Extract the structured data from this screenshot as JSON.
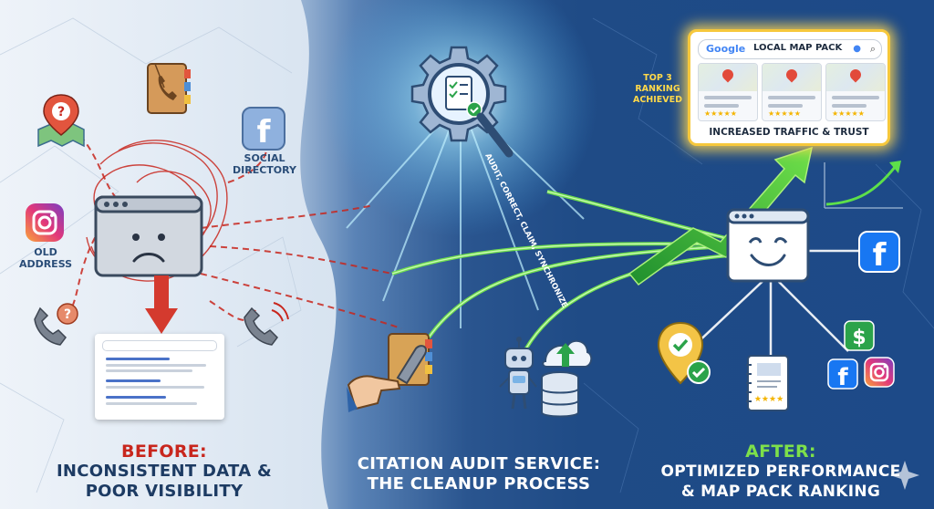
{
  "before": {
    "heading": "BEFORE:",
    "subheading": "INCONSISTENT DATA & POOR VISIBILITY",
    "labels": {
      "old_address": "OLD\nADDRESS",
      "social_directory": "SOCIAL\nDIRECTORY"
    }
  },
  "middle": {
    "heading_line1": "CITATION AUDIT SERVICE:",
    "heading_line2": "THE CLEANUP PROCESS",
    "beam_text": "AUDIT, CORRECT, CLAIM, SYNCHRONIZE"
  },
  "after": {
    "heading": "AFTER:",
    "subheading_line1": "OPTIMIZED PERFORMANCE",
    "subheading_line2": "& MAP PACK RANKING",
    "ranking_label": "TOP 3\nRANKING\nACHIEVED",
    "map_pack": {
      "search_brand": "Google",
      "search_text": "LOCAL MAP PACK",
      "footer": "INCREASED TRAFFIC & TRUST"
    }
  },
  "colors": {
    "before_red": "#c8261d",
    "after_green": "#7de04a",
    "gold_glow": "#f6c83c",
    "deep_blue": "#1f4b86"
  },
  "icons": [
    "map-question-pin-icon",
    "phone-book-icon",
    "facebook-icon",
    "instagram-icon",
    "sad-browser-icon",
    "red-down-arrow-icon",
    "phone-question-icon",
    "phone-ringing-icon",
    "search-results-page-icon",
    "gear-magnifier-checklist-icon",
    "wrench-hand-icon",
    "robot-cloud-database-icon",
    "happy-browser-icon",
    "growth-arrow-icon",
    "location-check-pin-icon",
    "directory-book-icon",
    "dollar-icon",
    "sparkle-icon"
  ]
}
